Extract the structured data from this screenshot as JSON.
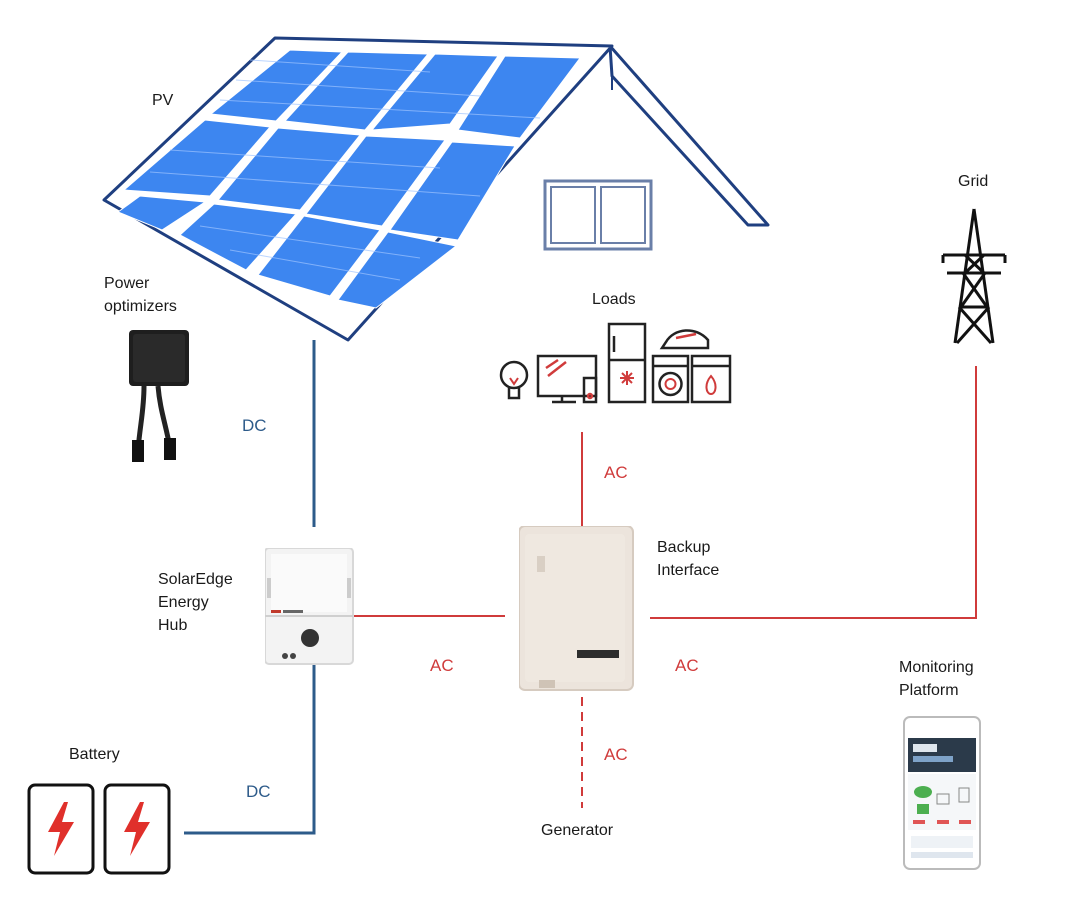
{
  "labels": {
    "pv": "PV",
    "power_optimizers": [
      "Power",
      "optimizers"
    ],
    "grid": "Grid",
    "loads": "Loads",
    "energy_hub": [
      "SolarEdge",
      "Energy",
      "Hub"
    ],
    "backup_interface": [
      "Backup",
      "Interface"
    ],
    "battery": "Battery",
    "generator": "Generator",
    "monitoring_platform": [
      "Monitoring",
      "Platform"
    ]
  },
  "connections": {
    "pv_to_hub": "DC",
    "battery_to_hub": "DC",
    "loads_to_backup": "AC",
    "hub_to_backup": "AC",
    "backup_to_grid": "AC",
    "generator_to_backup": "AC"
  },
  "colors": {
    "dc_line": "#2d5b8a",
    "ac_line": "#d03b3b",
    "dc_text": "#2d5b8a",
    "ac_text": "#d03b3b",
    "panel_cell": "#3d86f0",
    "roof_outline": "#1f3f80",
    "battery_bolt": "#e0302b"
  },
  "icons": {
    "pv": "solar-panel-roof",
    "optimizer": "power-optimizer-box",
    "grid": "transmission-tower-icon",
    "loads": [
      "light-bulb-icon",
      "tv-icon",
      "remote-icon",
      "fridge-icon",
      "iron-icon",
      "washer-icon",
      "oven-icon"
    ],
    "hub": "inverter-unit",
    "backup": "backup-interface-cabinet",
    "battery": "battery-bolt-icon",
    "monitoring": "phone-app-screen"
  }
}
